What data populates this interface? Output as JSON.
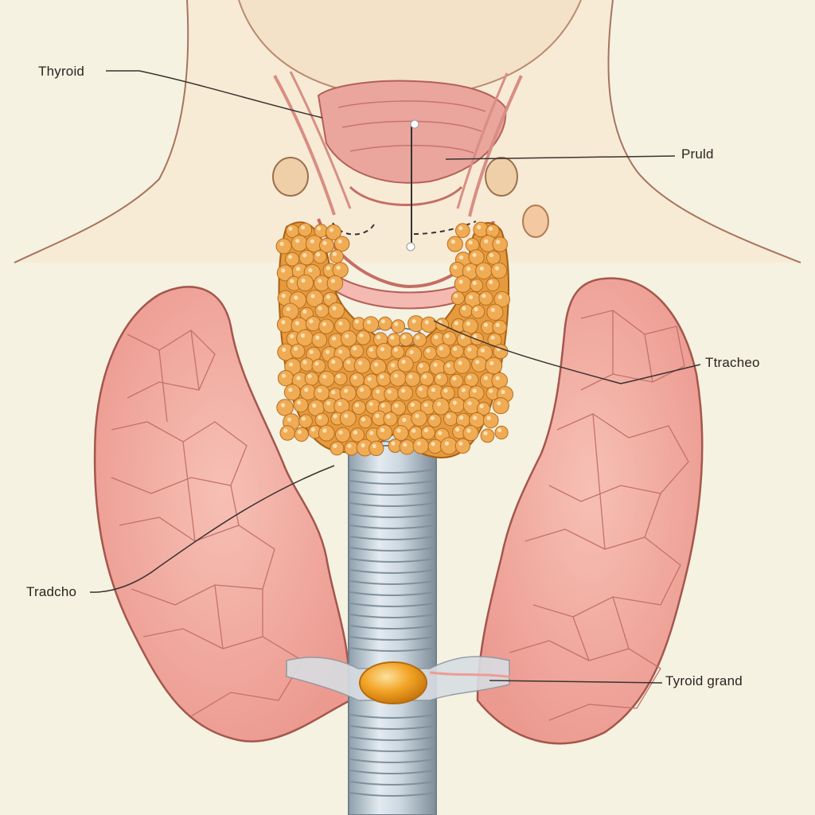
{
  "labels": {
    "thyroid": "Thyroid",
    "pruld": "Pruld",
    "tracheo": "Ttracheo",
    "tradcho": "Tradcho",
    "thyroid_gland": "Tyroid grand"
  },
  "colors": {
    "background": "#f5f2e1",
    "skin": "#f8ebd6",
    "skin_outline": "#a8745e",
    "lobe_fill": "#f1a79f",
    "lobe_outline": "#a5564c",
    "gland_fill": "#e59a3d",
    "gland_nodule": "#f0ab55",
    "trachea_fill": "#c6d2dc",
    "trachea_outline": "#6f7f8c",
    "nodule": "#f2a324",
    "muscle": "#e8a39a",
    "leader_line": "#3a3330"
  }
}
